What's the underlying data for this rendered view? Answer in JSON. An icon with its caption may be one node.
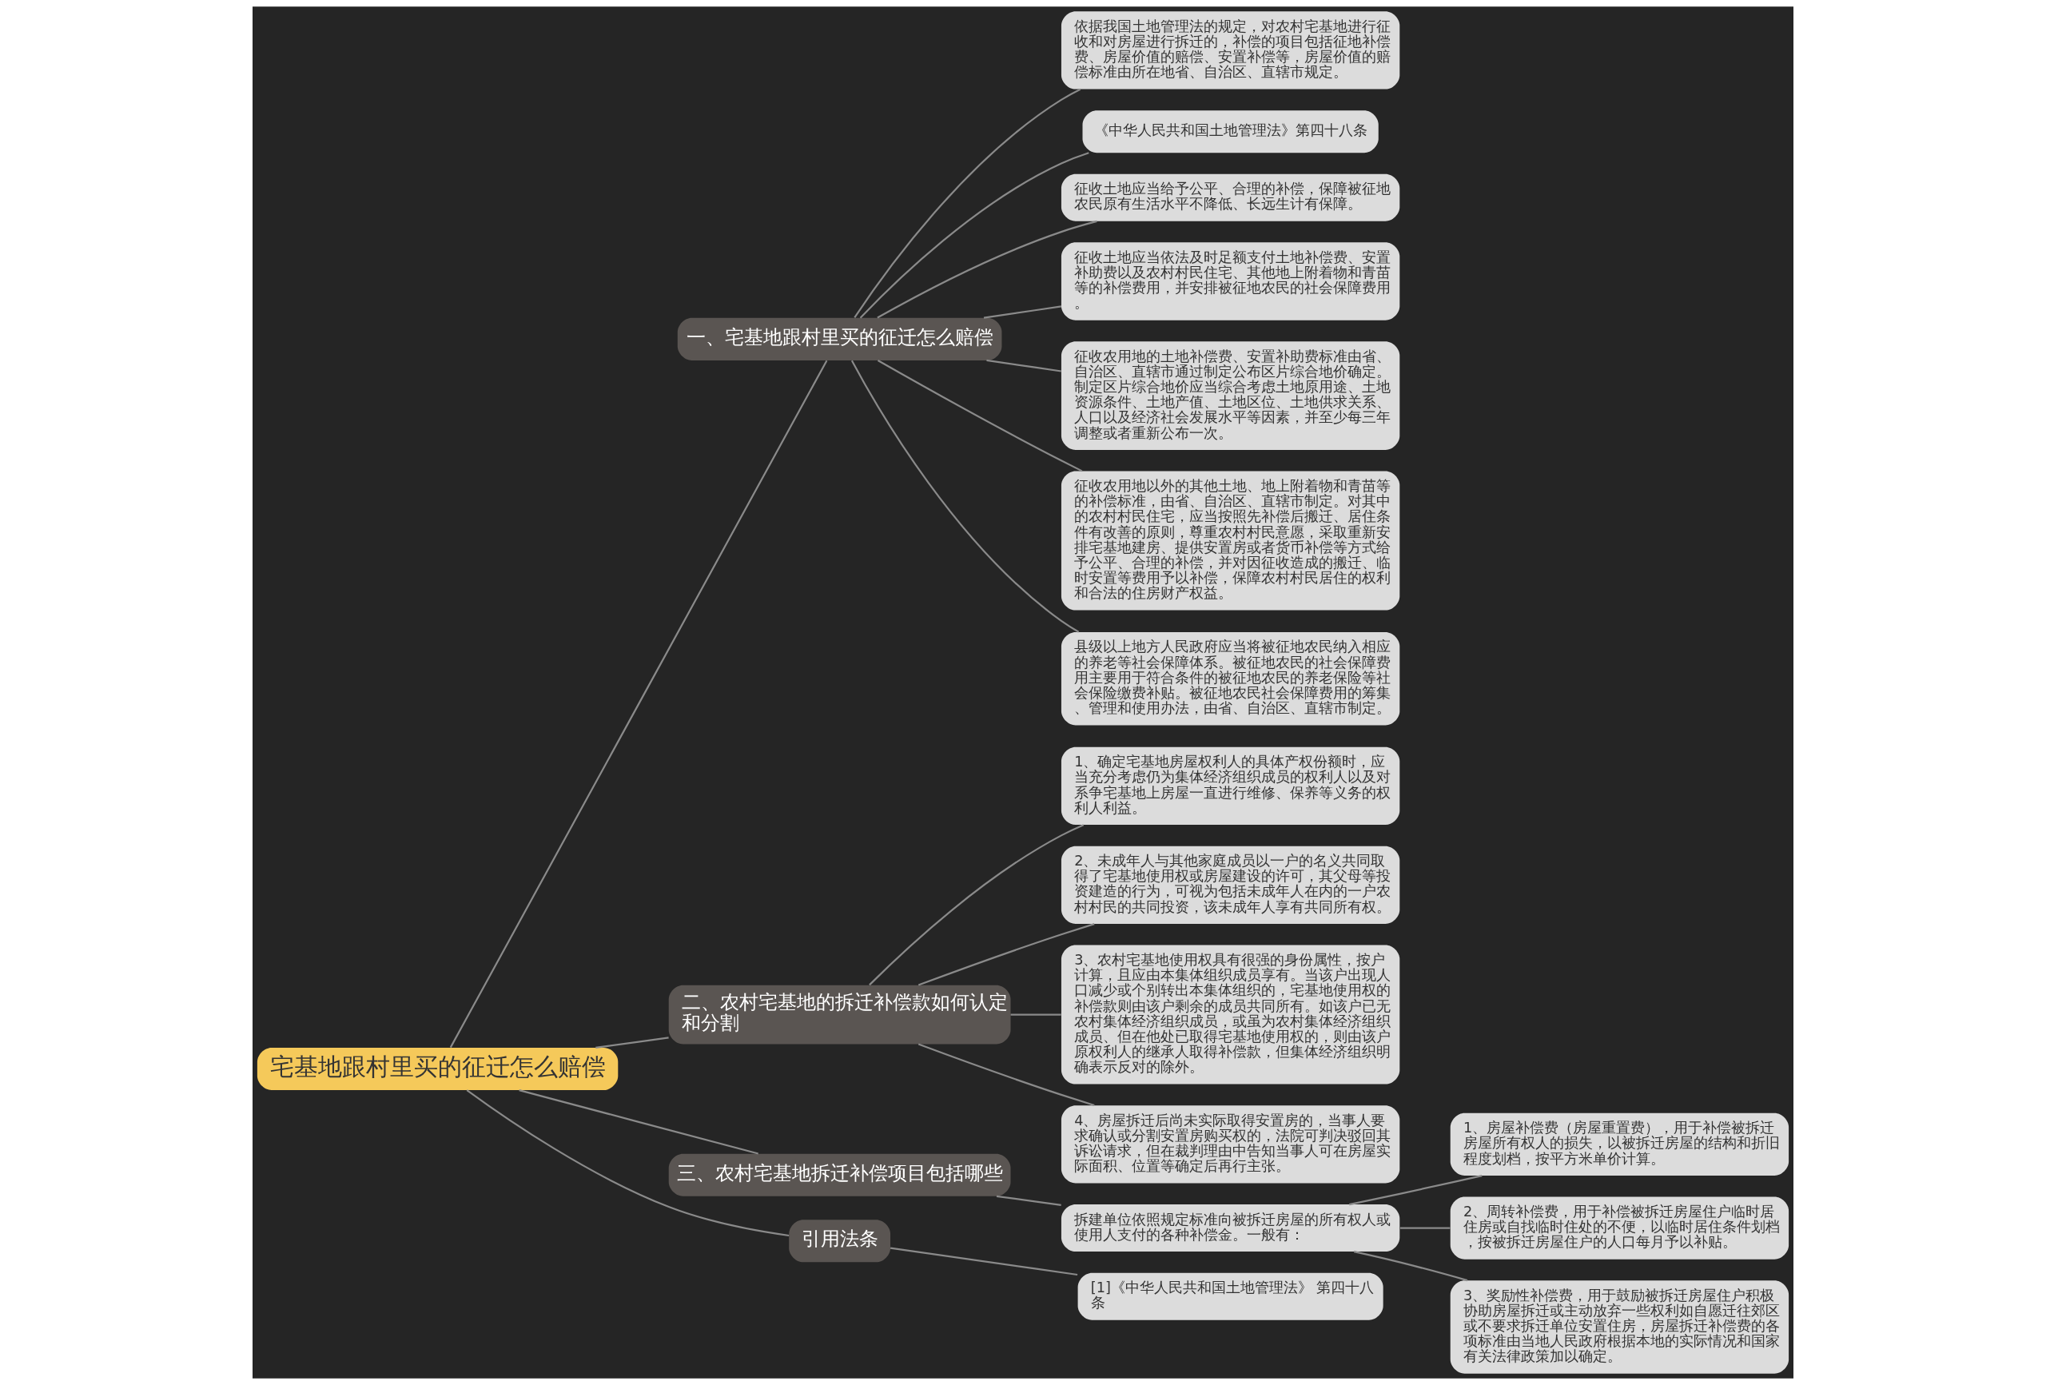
{
  "diagram": {
    "nodes": [
      {
        "text": [
          "宅基地跟村里买的征迁怎么赔偿"
        ]
      },
      {
        "text": [
          "一、宅基地跟村里买的征迁怎么赔偿"
        ]
      },
      {
        "text": [
          "依据我国土地管理法的规定，对农村宅基地进行征收和对房屋进行拆迁的，补偿的项目包括征地补偿费、房屋价值的赔偿、安置补偿等，房屋价值的赔偿标准由所在地省、自治区、直辖市规定。"
        ]
      },
      {
        "text": [
          "《中华人民共和国土地管理法》第四十八条"
        ]
      },
      {
        "text": [
          "征收土地应当给予公平、合理的补偿，保障被征地农民原有生活水平不降低、长远生计有保障。"
        ]
      },
      {
        "text": [
          "征收土地应当依法及时足额支付土地补偿费、安置补助费以及农村村民住宅、其他地上附着物和青苗等的补偿费用，并安排被征地农民的社会保障费用。"
        ]
      },
      {
        "text": [
          "征收农用地的土地补偿费、安置补助费标准由省、自治区、直辖市通过制定公布区片综合地价确定。制定区片综合地价应当综合考虑土地原用途、土地资源条件、土地产值、土地区位、土地供求关系、人口以及经济社会发展水平等因素，并至少每三年调整或者重新公布一次。"
        ]
      },
      {
        "text": [
          "征收农用地以外的其他土地、地上附着物和青苗等的补偿标准，由省、自治区、直辖市制定。对其中的农村村民住宅，应当按照先补偿后搬迁、居住条件有改善的原则，尊重农村村民意愿，采取重新安排宅基地建房、提供安置房或者货币补偿等方式给予公平、合理的补偿，并对因征收造成的搬迁、临时安置等费用予以补偿，保障农村村民居住的权利和合法的住房财产权益。"
        ]
      },
      {
        "text": [
          "县级以上地方人民政府应当将被征地农民纳入相应的养老等社会保障体系。被征地农民的社会保障费用主要用于符合条件的被征地农民的养老保险等社会保险缴费补贴。被征地农民社会保障费用的筹集、管理和使用办法，由省、自治区、直辖市制定。"
        ]
      },
      {
        "text": [
          "二、农村宅基地的拆迁补偿款如何认定和分割"
        ]
      },
      {
        "text": [
          "1、确定宅基地房屋权利人的具体产权份额时，应当充分考虑仍为集体经济组织成员的权利人以及对系争宅基地上房屋一直进行维修、保养等义务的权利人利益。"
        ]
      },
      {
        "text": [
          "2、未成年人与其他家庭成员以一户的名义共同取得了宅基地使用权或房屋建设的许可，其父母等投资建造的行为，可视为包括未成年人在内的一户农村村民的共同投资，该未成年人享有共同所有权。"
        ]
      },
      {
        "text": [
          "3、农村宅基地使用权具有很强的身份属性，按户计算，且应由本集体组织成员享有。当该户出现人口减少或个别转出本集体组织的，宅基地使用权的补偿款则由该户剩余的成员共同所有。如该户已无农村集体经济组织成员，或虽为农村集体经济组织成员、但在他处已取得宅基地使用权的，则由该户原权利人的继承人取得补偿款，但集体经济组织明确表示反对的除外。"
        ]
      },
      {
        "text": [
          "4、房屋拆迁后尚未实际取得安置房的，当事人要求确认或分割安置房购买权的，法院可判决驳回其诉讼请求，但在裁判理由中告知当事人可在房屋实际面积、位置等确定后再行主张。"
        ]
      },
      {
        "text": [
          "三、农村宅基地拆迁补偿项目包括哪些"
        ]
      },
      {
        "text": [
          "拆建单位依照规定标准向被拆迁房屋的所有权人或使用人支付的各种补偿金。一般有："
        ]
      },
      {
        "text": [
          "1、房屋补偿费（房屋重置费），用于补偿被拆迁房屋所有权人的损失，以被拆迁房屋的结构和折旧程度划档，按平方米单价计算。"
        ]
      },
      {
        "text": [
          "2、周转补偿费，用于补偿被拆迁房屋住户临时居住房或自找临时住处的不便，以临时居住条件划档，按被拆迁房屋住户的人口每月予以补贴。"
        ]
      },
      {
        "text": [
          "3、奖励性补偿费，用于鼓励被拆迁房屋住户积极协助房屋拆迁或主动放弃一些权利如自愿迁往郊区或不要求拆迁单位安置住房，房屋拆迁补偿费的各项标准由当地人民政府根据本地的实际情况和国家有关法律政策加以确定。"
        ]
      },
      {
        "text": [
          "引用法条"
        ]
      },
      {
        "text": [
          "[1]《中华人民共和国土地管理法》 第四十八条"
        ]
      }
    ],
    "edges": [
      {
        "from": 0,
        "to": 1,
        "arrow": "none"
      },
      {
        "from": 1,
        "to": 2,
        "arrow": "none"
      },
      {
        "from": 1,
        "to": 3,
        "arrow": "none"
      },
      {
        "from": 1,
        "to": 4,
        "arrow": "none"
      },
      {
        "from": 1,
        "to": 5,
        "arrow": "none"
      },
      {
        "from": 1,
        "to": 6,
        "arrow": "none"
      },
      {
        "from": 1,
        "to": 7,
        "arrow": "none"
      },
      {
        "from": 1,
        "to": 8,
        "arrow": "none"
      },
      {
        "from": 0,
        "to": 9,
        "arrow": "none"
      },
      {
        "from": 9,
        "to": 10,
        "arrow": "none"
      },
      {
        "from": 9,
        "to": 11,
        "arrow": "none"
      },
      {
        "from": 9,
        "to": 12,
        "arrow": "none"
      },
      {
        "from": 9,
        "to": 13,
        "arrow": "none"
      },
      {
        "from": 0,
        "to": 14,
        "arrow": "none"
      },
      {
        "from": 14,
        "to": 15,
        "arrow": "none"
      },
      {
        "from": 15,
        "to": 16,
        "arrow": "none"
      },
      {
        "from": 15,
        "to": 17,
        "arrow": "none"
      },
      {
        "from": 15,
        "to": 18,
        "arrow": "none"
      },
      {
        "from": 0,
        "to": 19,
        "arrow": "none"
      },
      {
        "from": 19,
        "to": 20,
        "arrow": "none"
      }
    ]
  }
}
